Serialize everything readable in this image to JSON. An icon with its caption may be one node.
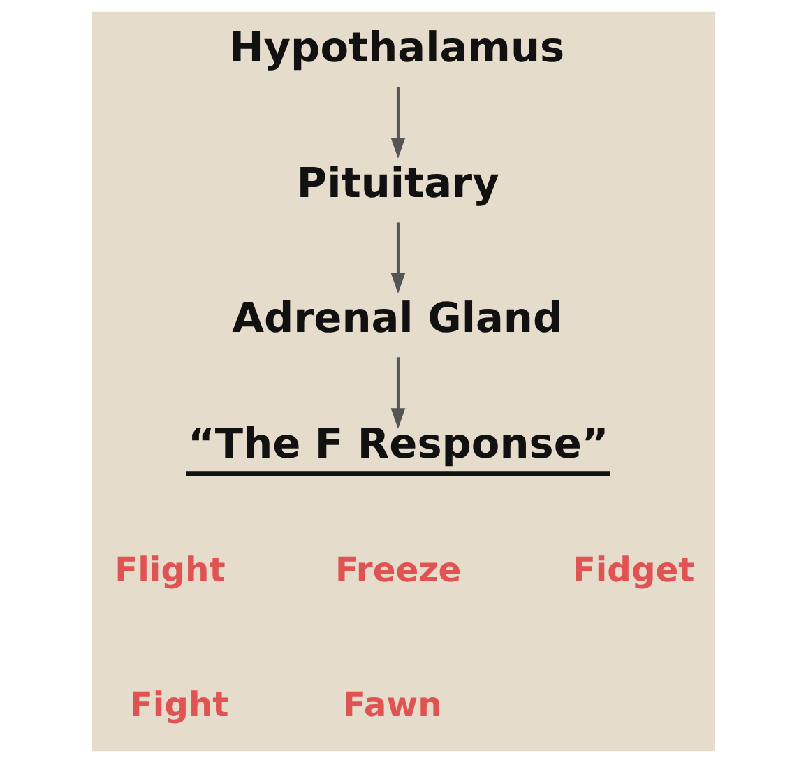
{
  "diagram": {
    "nodes": [
      {
        "text": [
          "Hypothalamus"
        ]
      },
      {
        "text": [
          "Pituitary"
        ]
      },
      {
        "text": [
          "Adrenal Gland"
        ]
      },
      {
        "text": [
          "“The F Response”"
        ]
      }
    ],
    "edges": [
      {
        "from": 0,
        "to": 1,
        "arrow": "to"
      },
      {
        "from": 1,
        "to": 2,
        "arrow": "to"
      },
      {
        "from": 2,
        "to": 3,
        "arrow": "to"
      }
    ],
    "labels": [
      "Flight",
      "Freeze",
      "Fidget",
      "Fight",
      "Fawn"
    ]
  }
}
